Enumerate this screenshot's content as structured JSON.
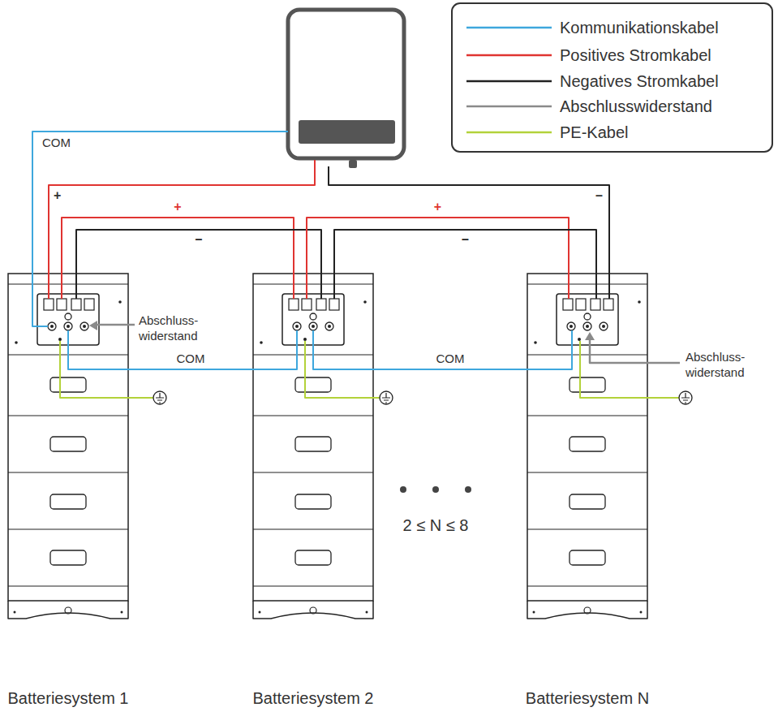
{
  "diagram": {
    "nodes": [
      {
        "text": [
          "Batteriesystem 1"
        ]
      },
      {
        "text": [
          "Batteriesystem 2"
        ]
      },
      {
        "text": [
          "Batteriesystem N"
        ]
      }
    ],
    "edges": [
      {
        "from": 0,
        "to": 1,
        "label": "+",
        "arrow": "none"
      },
      {
        "from": 0,
        "to": 1,
        "label": "–",
        "arrow": "none"
      },
      {
        "from": 1,
        "to": 2,
        "label": "+",
        "arrow": "none"
      },
      {
        "from": 1,
        "to": 2,
        "label": "–",
        "arrow": "none"
      },
      {
        "from": 0,
        "to": 1,
        "label": "COM",
        "arrow": "none"
      },
      {
        "from": 1,
        "to": 2,
        "label": "COM",
        "arrow": "none"
      }
    ],
    "labels": [
      "COM",
      "+",
      "–",
      "Abschluss- widerstand",
      "Abschluss- widerstand",
      "2 ≤ N ≤ 8"
    ],
    "legend": [
      {
        "text": "Kommunikationskabel"
      },
      {
        "text": "Positives Stromkabel"
      },
      {
        "text": "Negatives Stromkabel"
      },
      {
        "text": "Abschlusswiderstand"
      },
      {
        "text": "PE-Kabel"
      }
    ]
  }
}
